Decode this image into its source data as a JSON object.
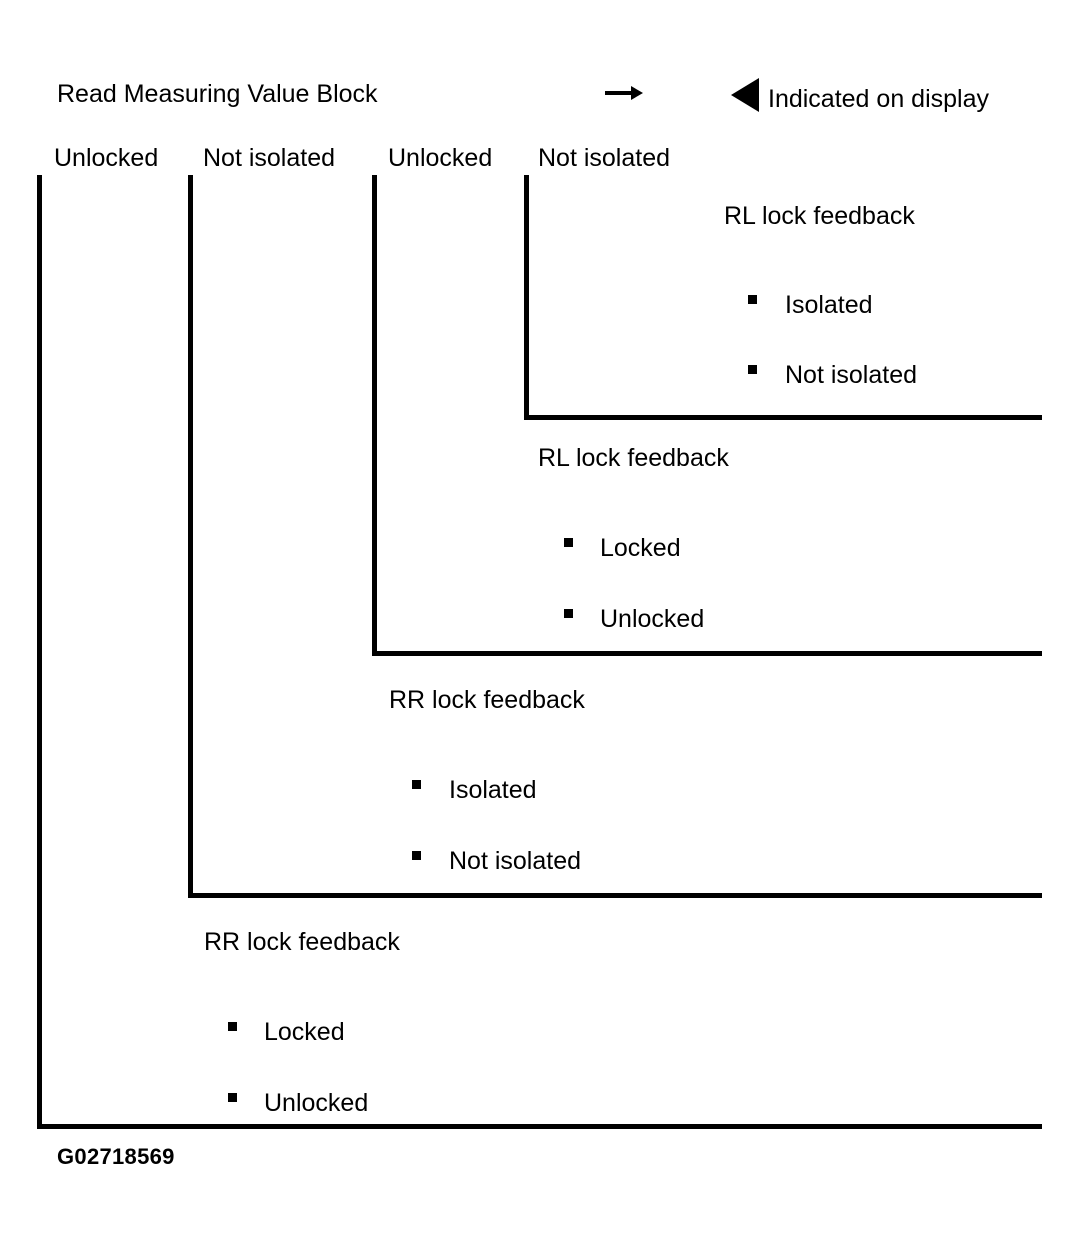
{
  "figure": {
    "code": "G02718569"
  },
  "header": {
    "title": "Read Measuring Value Block",
    "arrow_icon": "arrow-right-icon",
    "legend_marker_icon": "triangle-left-solid-icon",
    "legend_text": "Indicated on display"
  },
  "column_headers": [
    {
      "label": "Unlocked"
    },
    {
      "label": "Not isolated"
    },
    {
      "label": "Unlocked"
    },
    {
      "label": "Not isolated"
    }
  ],
  "levels": [
    {
      "id": "rl-lock-feedback-isolation",
      "heading": "RL lock feedback",
      "options": [
        {
          "label": "Isolated"
        },
        {
          "label": "Not isolated"
        }
      ]
    },
    {
      "id": "rl-lock-feedback-lock",
      "heading": "RL lock feedback",
      "options": [
        {
          "label": "Locked"
        },
        {
          "label": "Unlocked"
        }
      ]
    },
    {
      "id": "rr-lock-feedback-isolation",
      "heading": "RR lock feedback",
      "options": [
        {
          "label": "Isolated"
        },
        {
          "label": "Not isolated"
        }
      ]
    },
    {
      "id": "rr-lock-feedback-lock",
      "heading": "RR lock feedback",
      "options": [
        {
          "label": "Locked"
        },
        {
          "label": "Unlocked"
        }
      ]
    }
  ],
  "style": {
    "ink": "#000000",
    "paper": "#ffffff"
  }
}
